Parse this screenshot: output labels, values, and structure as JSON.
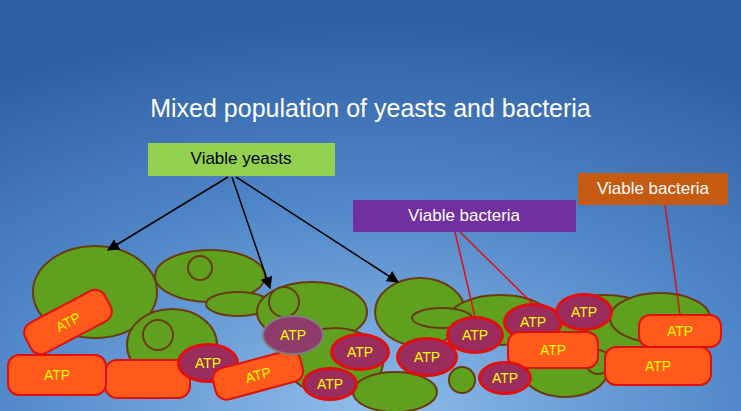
{
  "diagram": {
    "title": "Mixed population of yeasts and bacteria",
    "nodes": [
      {
        "text": [
          "Viable yeasts"
        ]
      },
      {
        "text": [
          "Viable bacteria"
        ]
      },
      {
        "text": [
          "Viable bacteria"
        ]
      },
      {
        "text": [
          "ATP"
        ]
      },
      {
        "text": [
          "ATP"
        ]
      },
      {
        "text": [
          "ATP"
        ]
      },
      {
        "text": [
          "ATP"
        ]
      },
      {
        "text": [
          "ATP"
        ]
      },
      {
        "text": [
          "ATP"
        ]
      },
      {
        "text": [
          "ATP"
        ]
      },
      {
        "text": [
          "ATP"
        ]
      },
      {
        "text": [
          "ATP"
        ]
      },
      {
        "text": [
          "ATP"
        ]
      },
      {
        "text": [
          "ATP"
        ]
      },
      {
        "text": [
          "ATP"
        ]
      },
      {
        "text": [
          "ATP"
        ]
      },
      {
        "text": [
          "ATP"
        ]
      },
      {
        "text": [
          "ATP"
        ]
      }
    ],
    "edges": [
      {
        "from": 2,
        "to": 11,
        "arrow": "none"
      },
      {
        "from": 2,
        "to": 12,
        "arrow": "none"
      },
      {
        "from": 1,
        "to": 16,
        "arrow": "none"
      }
    ]
  }
}
